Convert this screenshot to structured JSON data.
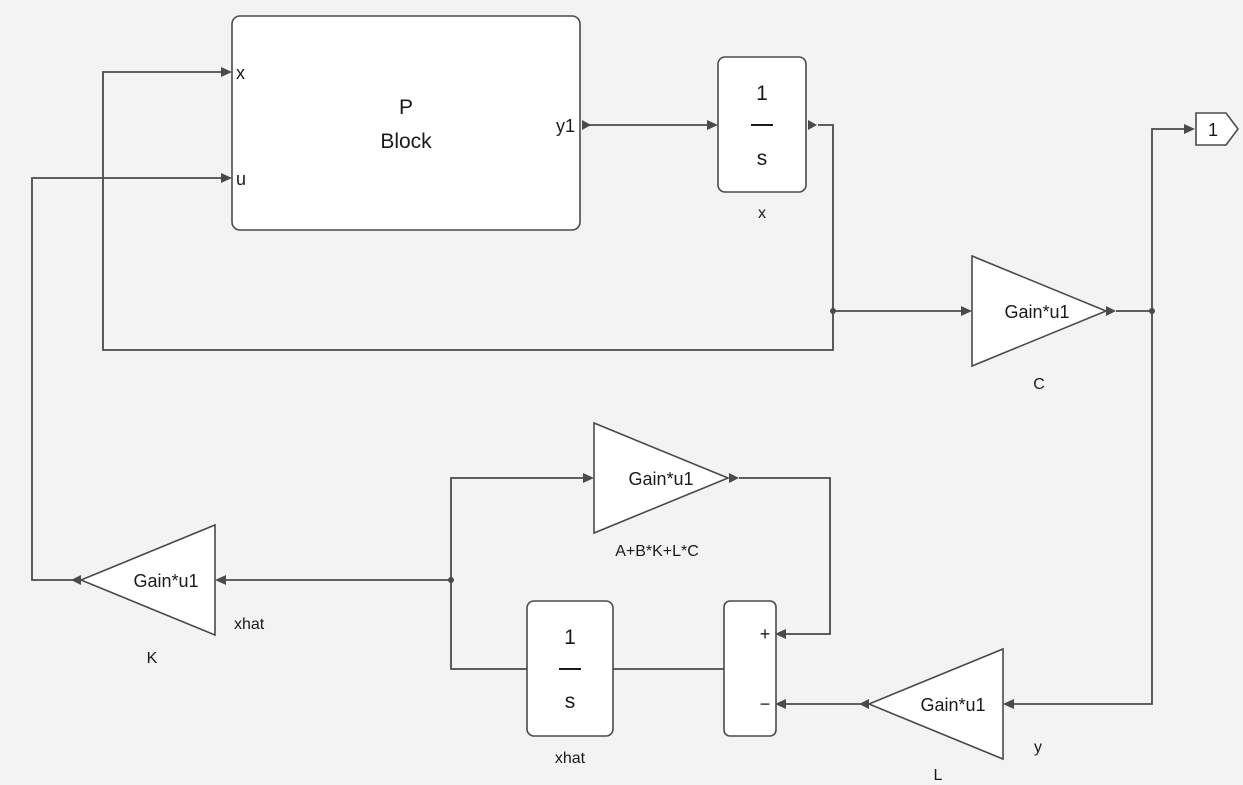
{
  "diagram": {
    "plant_block": {
      "title_line1": "P",
      "title_line2": "Block",
      "input_x": "x",
      "input_u": "u",
      "output_y1": "y1"
    },
    "integrator_x": {
      "numerator": "1",
      "denominator": "s",
      "name": "x"
    },
    "gain_c": {
      "text": "Gain*u1",
      "name": "C"
    },
    "output_port": {
      "number": "1"
    },
    "gain_a": {
      "text": "Gain*u1",
      "name": "A+B*K+L*C"
    },
    "gain_k": {
      "text": "Gain*u1",
      "name": "K"
    },
    "signal_xhat_label": "xhat",
    "integrator_xhat": {
      "numerator": "1",
      "denominator": "s",
      "name": "xhat"
    },
    "sum_block": {
      "plus": "+",
      "minus": "−"
    },
    "gain_l": {
      "text": "Gain*u1",
      "name": "L"
    },
    "signal_y_label": "y"
  }
}
